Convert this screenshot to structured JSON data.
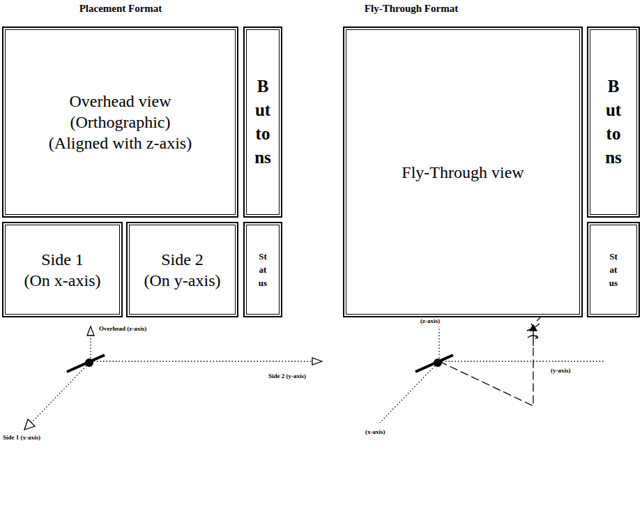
{
  "diagram": {
    "nodes": [
      {
        "text": [
          "Overhead view",
          "(Orthographic)",
          "(Aligned with z-axis)"
        ]
      },
      {
        "text": [
          "Buttons"
        ]
      },
      {
        "text": [
          "Side 1",
          "(On x-axis)"
        ]
      },
      {
        "text": [
          "Side 2",
          "(On y-axis)"
        ]
      },
      {
        "text": [
          "Status"
        ]
      },
      {
        "text": [
          "Fly-Through view"
        ]
      },
      {
        "text": [
          "Buttons"
        ]
      },
      {
        "text": [
          "Status"
        ]
      }
    ],
    "labels": [
      "Placement Format",
      "Fly-Through Format",
      "Overhead (z-axis)",
      "Side 2 (y-axis)",
      "Side 1 (x-axis)",
      "(z-axis)",
      "(y-axis)",
      "(x-axis)"
    ]
  }
}
